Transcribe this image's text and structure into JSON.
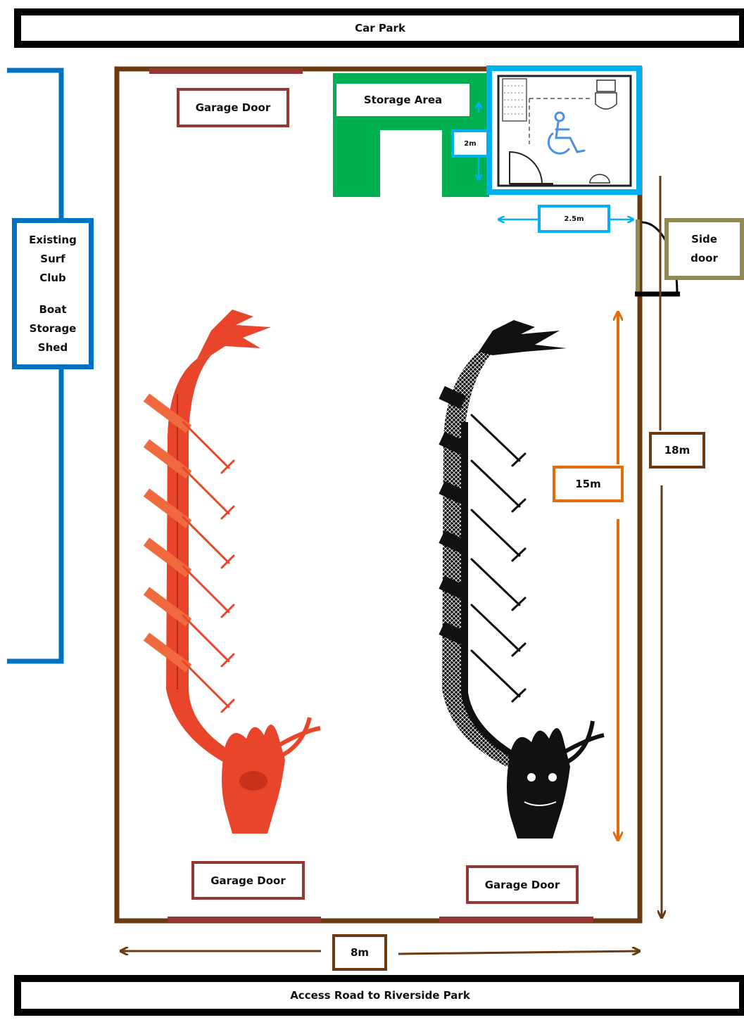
{
  "labels": {
    "car_park": "Car Park",
    "access_road": "Access Road to Riverside Park",
    "garage_door_top": "Garage Door",
    "garage_door_bottom_left": "Garage Door",
    "garage_door_bottom_right": "Garage Door",
    "storage_area": "Storage Area",
    "dim_2m": "2m",
    "dim_2_5m": "2.5m",
    "side_door_line1": "Side",
    "side_door_line2": "door",
    "shed_line1": "Existing",
    "shed_line2": "Surf",
    "shed_line3": "Club",
    "shed_line4": "Boat",
    "shed_line5": "Storage",
    "shed_line6": "Shed",
    "dim_15m": "15m",
    "dim_18m": "18m",
    "dim_8m": "8m"
  },
  "icons": {
    "accessible_toilet": "wheelchair-icon",
    "dragon_boat_red": "red-dragon-boat",
    "dragon_boat_black": "black-dragon-boat"
  },
  "colors": {
    "building_wall": "#6b3a10",
    "garage_door": "#953735",
    "storage_area": "#00b050",
    "toilet_outline": "#00b0f0",
    "shed": "#0070c0",
    "side_door": "#938953",
    "dimension_15m": "#e36c09",
    "red_boat": "#e8452a",
    "black_boat": "#111111"
  }
}
